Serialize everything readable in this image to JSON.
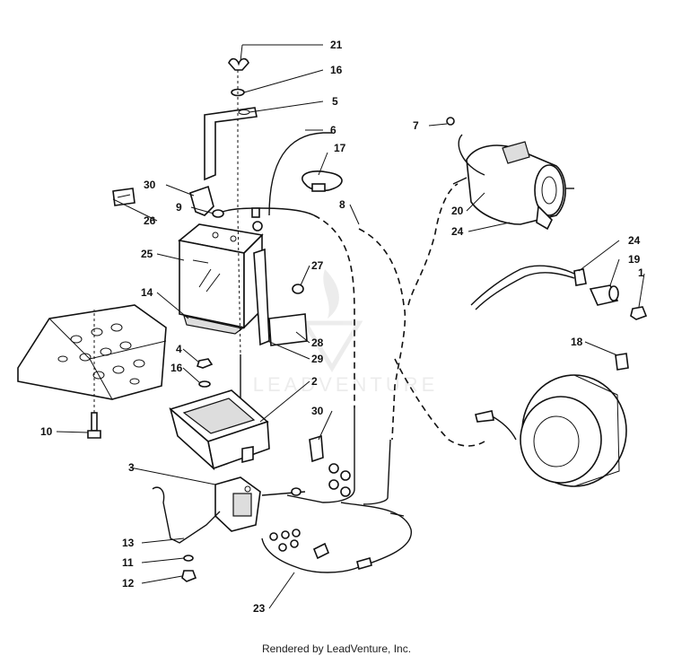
{
  "diagram": {
    "callouts": [
      {
        "id": "c21",
        "label": "21"
      },
      {
        "id": "c16a",
        "label": "16"
      },
      {
        "id": "c5",
        "label": "5"
      },
      {
        "id": "c6",
        "label": "6"
      },
      {
        "id": "c7",
        "label": "7"
      },
      {
        "id": "c17",
        "label": "17"
      },
      {
        "id": "c30a",
        "label": "30"
      },
      {
        "id": "c8",
        "label": "8"
      },
      {
        "id": "c9",
        "label": "9"
      },
      {
        "id": "c26",
        "label": "26"
      },
      {
        "id": "c20",
        "label": "20"
      },
      {
        "id": "c24a",
        "label": "24"
      },
      {
        "id": "c25",
        "label": "25"
      },
      {
        "id": "c27",
        "label": "27"
      },
      {
        "id": "c24b",
        "label": "24"
      },
      {
        "id": "c19",
        "label": "19"
      },
      {
        "id": "c1",
        "label": "1"
      },
      {
        "id": "c14",
        "label": "14"
      },
      {
        "id": "c28",
        "label": "28"
      },
      {
        "id": "c29",
        "label": "29"
      },
      {
        "id": "c18",
        "label": "18"
      },
      {
        "id": "c4",
        "label": "4"
      },
      {
        "id": "c16b",
        "label": "16"
      },
      {
        "id": "c2",
        "label": "2"
      },
      {
        "id": "c10",
        "label": "10"
      },
      {
        "id": "c30b",
        "label": "30"
      },
      {
        "id": "c3",
        "label": "3"
      },
      {
        "id": "c13",
        "label": "13"
      },
      {
        "id": "c11",
        "label": "11"
      },
      {
        "id": "c12",
        "label": "12"
      },
      {
        "id": "c23",
        "label": "23"
      }
    ]
  },
  "watermark": {
    "text": "LEADVENTURE"
  },
  "footer": {
    "text": "Rendered by LeadVenture, Inc."
  }
}
